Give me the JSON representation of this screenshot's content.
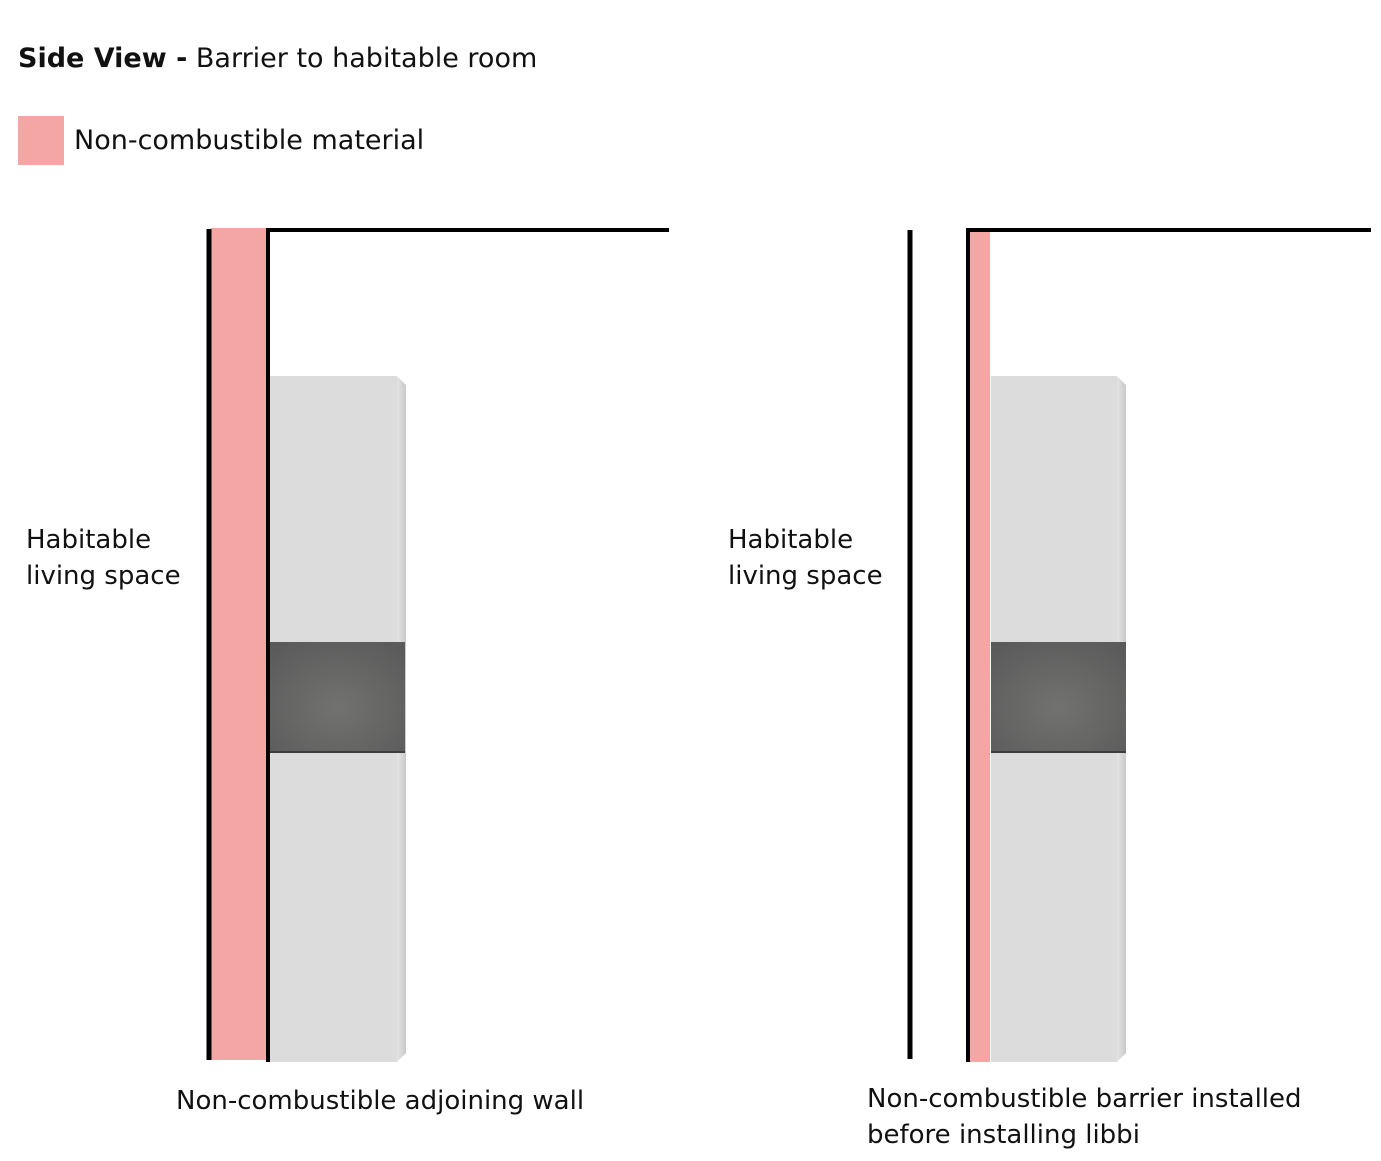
{
  "title": {
    "bold": "Side View -",
    "rest": "Barrier to habitable room"
  },
  "legend": {
    "label": "Non-combustible material",
    "color": "#f4a6a4"
  },
  "left_panel": {
    "space_label_line1": "Habitable",
    "space_label_line2": "living space",
    "caption": "Non-combustible adjoining wall"
  },
  "right_panel": {
    "space_label_line1": "Habitable",
    "space_label_line2": "living space",
    "caption_line1": "Non-combustible barrier installed",
    "caption_line2": "before installing libbi"
  },
  "colors": {
    "non_combustible": "#f4a6a4",
    "wall_line": "#000000",
    "unit_body": "#dcdcdc",
    "unit_band": "#5f605f"
  }
}
